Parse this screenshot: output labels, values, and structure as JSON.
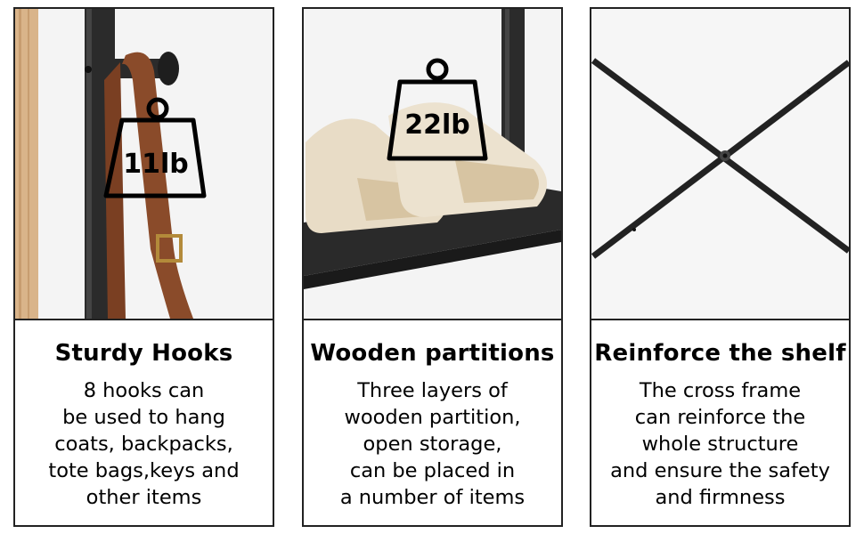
{
  "panels": [
    {
      "heading": "Sturdy Hooks",
      "badge": "11lb",
      "lines": [
        "8 hooks can",
        "be used to hang",
        "coats, backpacks,",
        "tote bags,keys and",
        "other items"
      ]
    },
    {
      "heading": "Wooden partitions",
      "badge": "22lb",
      "lines": [
        "Three layers of",
        "wooden partition,",
        "open storage,",
        "can be placed in",
        "a number of items"
      ]
    },
    {
      "heading": "Reinforce the shelf",
      "lines": [
        "The cross frame",
        "can reinforce the",
        "whole structure",
        "and ensure the safety",
        "and firmness"
      ]
    }
  ],
  "colors": {
    "border": "#222222",
    "metal": "#2b2b2b",
    "leather": "#8a4b2a",
    "wood": "#d9b48a",
    "slipper": "#e8dcc6"
  }
}
